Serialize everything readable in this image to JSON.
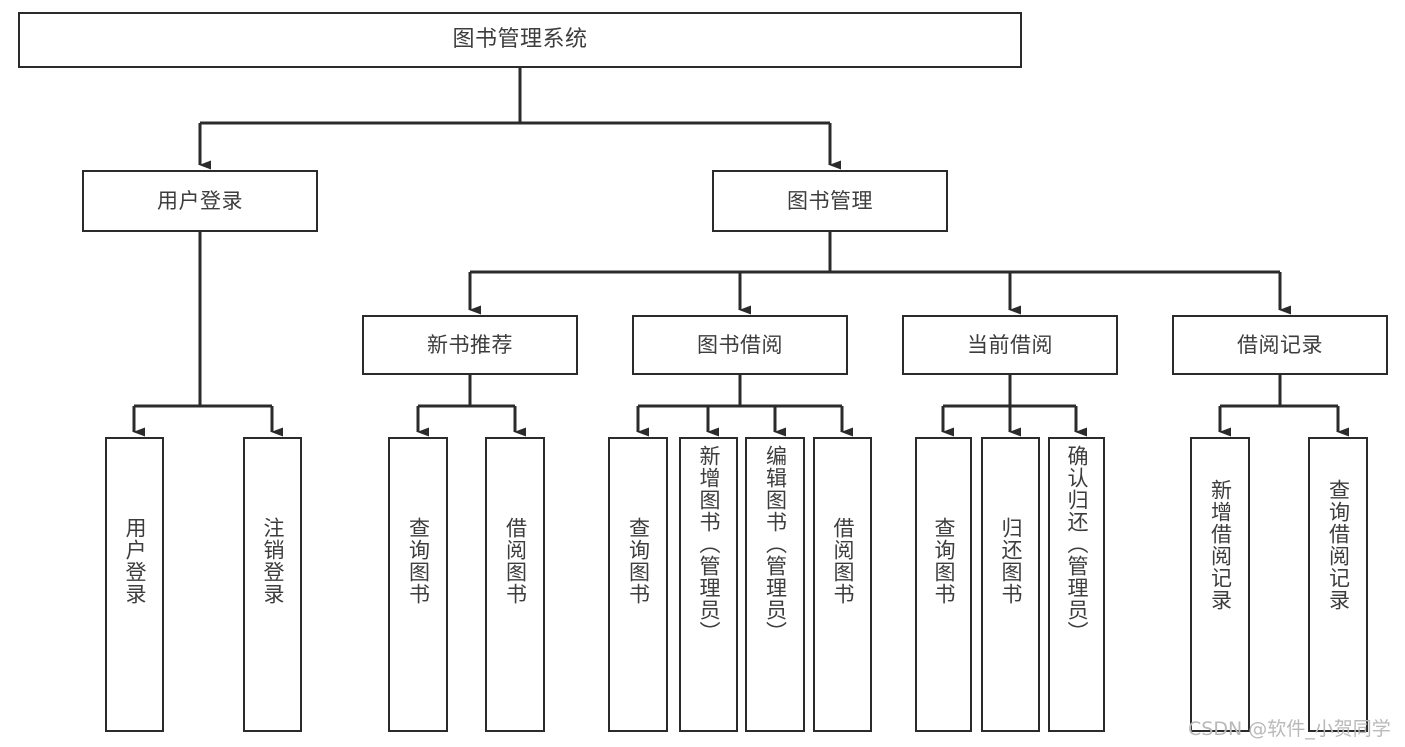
{
  "diagram": {
    "type": "tree-hierarchy",
    "title": "图书管理系统",
    "orientation": "top-down",
    "colors": {
      "box_border": "#2b2b2b",
      "box_fill": "#ffffff",
      "text": "#3d3d3d",
      "edge": "#2b2b2b",
      "watermark": "#b9b9b9",
      "background": "#ffffff"
    },
    "levels": [
      {
        "level": 1,
        "nodes": [
          {
            "id": "root",
            "label": "图书管理系统",
            "orientation": "horizontal"
          }
        ]
      },
      {
        "level": 2,
        "nodes": [
          {
            "id": "user-login",
            "label": "用户登录",
            "orientation": "horizontal",
            "parent": "root"
          },
          {
            "id": "book-manage",
            "label": "图书管理",
            "orientation": "horizontal",
            "parent": "root"
          }
        ]
      },
      {
        "level": 3,
        "nodes": [
          {
            "id": "new-book-recommend",
            "label": "新书推荐",
            "orientation": "horizontal",
            "parent": "book-manage"
          },
          {
            "id": "book-borrow",
            "label": "图书借阅",
            "orientation": "horizontal",
            "parent": "book-manage"
          },
          {
            "id": "current-borrow",
            "label": "当前借阅",
            "orientation": "horizontal",
            "parent": "book-manage"
          },
          {
            "id": "borrow-record",
            "label": "借阅记录",
            "orientation": "horizontal",
            "parent": "book-manage"
          }
        ]
      },
      {
        "level": 4,
        "nodes": [
          {
            "id": "leaf-user-login",
            "label": "用户登录",
            "orientation": "vertical",
            "parent": "user-login"
          },
          {
            "id": "leaf-logout-login",
            "label": "注销登录",
            "orientation": "vertical",
            "parent": "user-login"
          },
          {
            "id": "leaf-query-book-1",
            "label": "查询图书",
            "orientation": "vertical",
            "parent": "new-book-recommend"
          },
          {
            "id": "leaf-borrow-book-1",
            "label": "借阅图书",
            "orientation": "vertical",
            "parent": "new-book-recommend"
          },
          {
            "id": "leaf-query-book-2",
            "label": "查询图书",
            "orientation": "vertical",
            "parent": "book-borrow"
          },
          {
            "id": "leaf-add-book-admin",
            "label": "新增图书（管理员）",
            "orientation": "vertical",
            "parent": "book-borrow"
          },
          {
            "id": "leaf-edit-book-admin",
            "label": "编辑图书（管理员）",
            "orientation": "vertical",
            "parent": "book-borrow"
          },
          {
            "id": "leaf-borrow-book-2",
            "label": "借阅图书",
            "orientation": "vertical",
            "parent": "book-borrow"
          },
          {
            "id": "leaf-query-book-3",
            "label": "查询图书",
            "orientation": "vertical",
            "parent": "current-borrow"
          },
          {
            "id": "leaf-return-book",
            "label": "归还图书",
            "orientation": "vertical",
            "parent": "current-borrow"
          },
          {
            "id": "leaf-confirm-return-admin",
            "label": "确认归还（管理员）",
            "orientation": "vertical",
            "parent": "current-borrow"
          },
          {
            "id": "leaf-add-borrow-record",
            "label": "新增借阅记录",
            "orientation": "vertical",
            "parent": "borrow-record"
          },
          {
            "id": "leaf-query-borrow-record",
            "label": "查询借阅记录",
            "orientation": "vertical",
            "parent": "borrow-record"
          }
        ]
      }
    ]
  },
  "watermark": {
    "text": "CSDN @软件_小贺同学"
  }
}
